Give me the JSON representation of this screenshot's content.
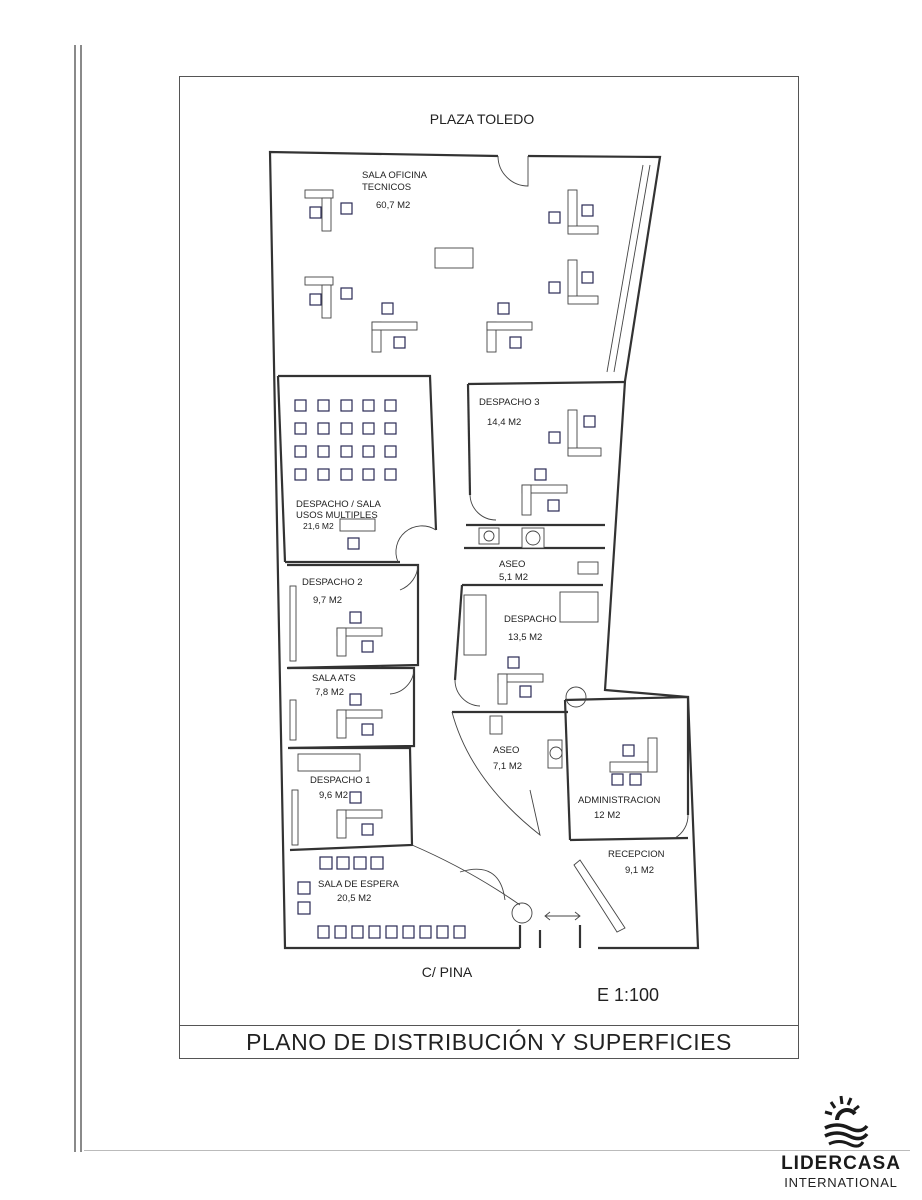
{
  "streets": {
    "top": "PLAZA TOLEDO",
    "bottom": "C/ PINA"
  },
  "scale": "E 1:100",
  "title": "PLANO DE DISTRIBUCIÓN Y SUPERFICIES",
  "logo": {
    "name": "LIDERCASA",
    "sub": "INTERNATIONAL"
  },
  "rooms": {
    "sala_oficina": {
      "name1": "SALA OFICINA",
      "name2": "TECNICOS",
      "area": "60,7 M2"
    },
    "usos_multiples": {
      "name1": "DESPACHO / SALA",
      "name2": "USOS MULTIPLES",
      "area": "21,6 M2"
    },
    "despacho3": {
      "name": "DESPACHO 3",
      "area": "14,4 M2"
    },
    "aseo1": {
      "name": "ASEO",
      "area": "5,1 M2"
    },
    "despacho2": {
      "name": "DESPACHO 2",
      "area": "9,7 M2"
    },
    "despacho": {
      "name": "DESPACHO",
      "area": "13,5 M2"
    },
    "sala_ats": {
      "name": "SALA ATS",
      "area": "7,8 M2"
    },
    "aseo2": {
      "name": "ASEO",
      "area": "7,1 M2"
    },
    "administracion": {
      "name": "ADMINISTRACION",
      "area": "12 M2"
    },
    "despacho1": {
      "name": "DESPACHO 1",
      "area": "9,6 M2"
    },
    "recepcion": {
      "name": "RECEPCION",
      "area": "9,1 M2"
    },
    "sala_espera": {
      "name": "SALA DE ESPERA",
      "area": "20,5 M2"
    }
  }
}
